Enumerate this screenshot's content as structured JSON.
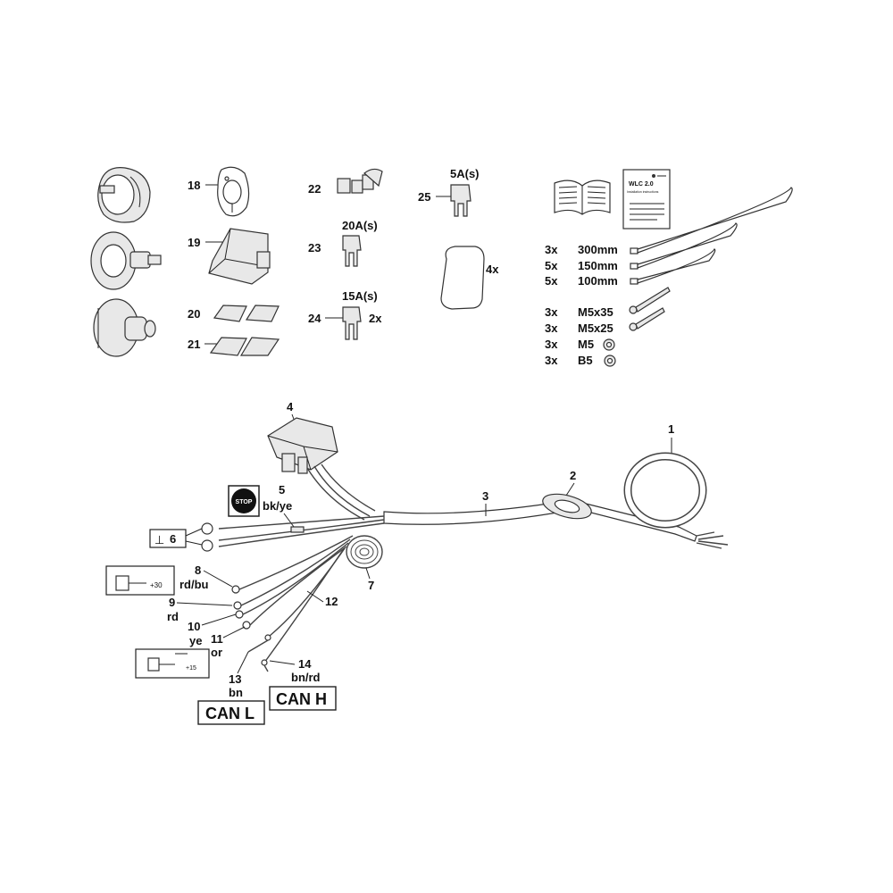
{
  "parts": {
    "p18": "18",
    "p19": "19",
    "p20": "20",
    "p21": "21",
    "p22": "22",
    "p23": "23",
    "p24": "24",
    "p25": "25",
    "p1": "1",
    "p2": "2",
    "p3": "3",
    "p4": "4",
    "p5": "5",
    "p6": "6",
    "p7": "7",
    "p8": "8",
    "p9": "9",
    "p10": "10",
    "p11": "11",
    "p12": "12",
    "p13": "13",
    "p14": "14"
  },
  "fuses": {
    "f23_rating": "20A(s)",
    "f24_rating": "15A(s)",
    "f24_qty": "2x",
    "f25_rating": "5A(s)",
    "pad_qty": "4x"
  },
  "manual": {
    "title": "WLC 2.0",
    "subtitle": "Installation instructions"
  },
  "hardware": [
    {
      "qty": "3x",
      "desc": "300mm"
    },
    {
      "qty": "5x",
      "desc": "150mm"
    },
    {
      "qty": "5x",
      "desc": "100mm"
    },
    {
      "qty": "3x",
      "desc": "M5x35"
    },
    {
      "qty": "3x",
      "desc": "M5x25"
    },
    {
      "qty": "3x",
      "desc": "M5"
    },
    {
      "qty": "3x",
      "desc": "B5"
    }
  ],
  "wires": {
    "w5": "bk/ye",
    "w8": "rd/bu",
    "w9": "rd",
    "w10": "ye",
    "w11": "or",
    "w13": "bn",
    "w14": "bn/rd"
  },
  "symbols": {
    "stop": "STOP",
    "plus30": "+30",
    "plus15": "+15",
    "ground": "⊥"
  },
  "boxes": {
    "can_l": "CAN L",
    "can_h": "CAN H"
  }
}
